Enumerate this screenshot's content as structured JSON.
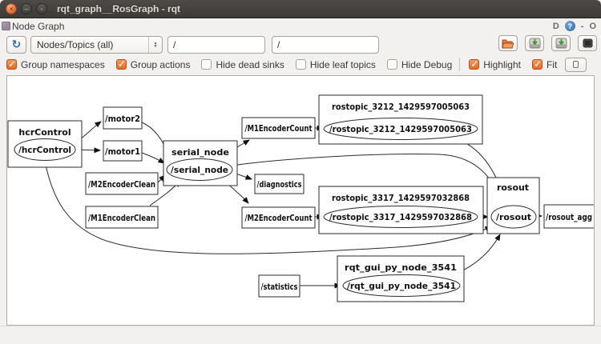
{
  "window": {
    "title": "rqt_graph__RosGraph - rqt"
  },
  "dock": {
    "title": "Node Graph",
    "controls": {
      "d": "D",
      "help": "?",
      "minimize": "-",
      "float": "O"
    }
  },
  "toolbar": {
    "refresh_tooltip": "refresh",
    "filter_mode": "Nodes/Topics (all)",
    "ns_filter": "/",
    "topic_filter": "/",
    "spin_up": "▲",
    "spin_down": "▼"
  },
  "options": {
    "items": [
      {
        "label": "Group namespaces",
        "checked": true
      },
      {
        "label": "Group actions",
        "checked": true
      },
      {
        "label": "Hide dead sinks",
        "checked": false
      },
      {
        "label": "Hide leaf topics",
        "checked": false
      },
      {
        "label": "Hide Debug",
        "checked": false
      },
      {
        "label": "Highlight",
        "checked": true
      },
      {
        "label": "Fit",
        "checked": true
      }
    ]
  },
  "graph": {
    "namespace_boxes": {
      "hcr": {
        "label": "hcrControl",
        "node": "/hcrControl"
      },
      "serial": {
        "label": "serial_node",
        "node": "/serial_node"
      },
      "rostopic_3212": {
        "label": "rostopic_3212_1429597005063",
        "node": "/rostopic_3212_1429597005063"
      },
      "rostopic_3317": {
        "label": "rostopic_3317_1429597032868",
        "node": "/rostopic_3317_1429597032868"
      },
      "rosout": {
        "label": "rosout",
        "node": "/rosout"
      },
      "rqt": {
        "label": "rqt_gui_py_node_3541",
        "node": "/rqt_gui_py_node_3541"
      }
    },
    "topics": {
      "motor2": "/motor2",
      "motor1": "/motor1",
      "m2clean": "/M2EncoderClean",
      "m1clean": "/M1EncoderClean",
      "m1count": "/M1EncoderCount",
      "diagnostics": "/diagnostics",
      "m2count": "/M2EncoderCount",
      "rosout_agg": "/rosout_agg",
      "statistics": "/statistics"
    },
    "edges": [
      {
        "from": "/hcrControl",
        "to": "/motor2"
      },
      {
        "from": "/hcrControl",
        "to": "/motor1"
      },
      {
        "from": "/hcrControl",
        "to": "/rosout"
      },
      {
        "from": "/motor2",
        "to": "/serial_node"
      },
      {
        "from": "/motor1",
        "to": "/serial_node"
      },
      {
        "from": "/M2EncoderClean",
        "to": "/serial_node"
      },
      {
        "from": "/M1EncoderClean",
        "to": "/serial_node"
      },
      {
        "from": "/serial_node",
        "to": "/M1EncoderCount"
      },
      {
        "from": "/serial_node",
        "to": "/diagnostics"
      },
      {
        "from": "/serial_node",
        "to": "/M2EncoderCount"
      },
      {
        "from": "/serial_node",
        "to": "/rosout"
      },
      {
        "from": "/M1EncoderCount",
        "to": "/rostopic_3212_1429597005063"
      },
      {
        "from": "/M2EncoderCount",
        "to": "/rostopic_3317_1429597032868"
      },
      {
        "from": "/rostopic_3212_1429597005063",
        "to": "/rosout"
      },
      {
        "from": "/rostopic_3317_1429597032868",
        "to": "/rosout"
      },
      {
        "from": "/rqt_gui_py_node_3541",
        "to": "/rosout"
      },
      {
        "from": "/statistics",
        "to": "/rqt_gui_py_node_3541"
      },
      {
        "from": "/rosout",
        "to": "/rosout_agg"
      }
    ]
  },
  "colors": {
    "accent_orange": "#ea6721",
    "titlebar": "#3c3b37",
    "window_bg": "#f2f1f0",
    "help_blue": "#2f66a8",
    "refresh_blue": "#2e6db4"
  }
}
